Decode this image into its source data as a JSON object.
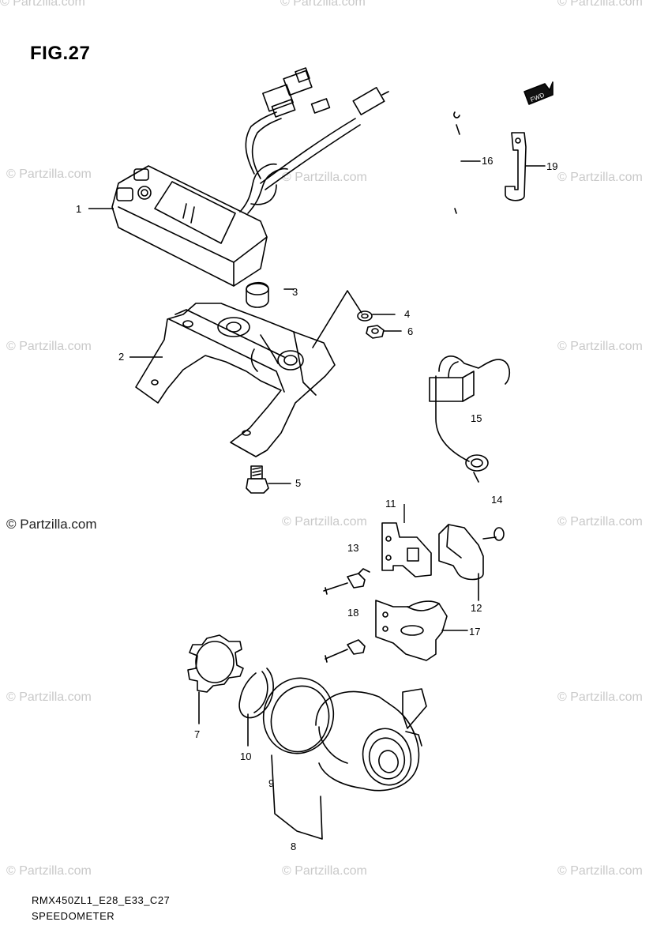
{
  "figure_title": "FIG.27",
  "watermark_text": "© Partzilla.com",
  "watermark_main": "© Partzilla.com",
  "fwd_badge": "FWD",
  "callouts": {
    "c1": "1",
    "c2": "2",
    "c3": "3",
    "c4": "4",
    "c5": "5",
    "c6": "6",
    "c7": "7",
    "c8": "8",
    "c9": "9",
    "c10": "10",
    "c11": "11",
    "c12": "12",
    "c13": "13",
    "c14": "14",
    "c15": "15",
    "c16": "16",
    "c17": "17",
    "c18": "18",
    "c19": "19"
  },
  "footer": {
    "model_code": "RMX450ZL1_E28_E33_C27",
    "section_name": "SPEEDOMETER"
  }
}
